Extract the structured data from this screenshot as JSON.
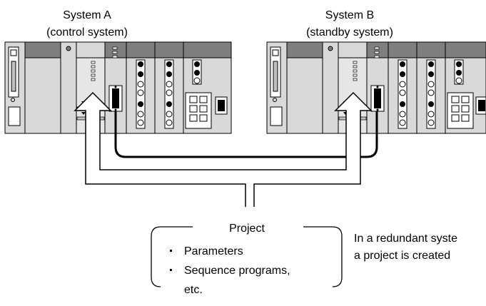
{
  "system_a": {
    "name": "System A",
    "role": "(control system)"
  },
  "system_b": {
    "name": "System B",
    "role": "(standby system)"
  },
  "project_box": {
    "title": "Project",
    "bullets": [
      "Parameters",
      "Sequence programs,"
    ],
    "continuation": "etc."
  },
  "side_note": {
    "line1": "In a redundant syste",
    "line2": "a project is created"
  },
  "colors": {
    "module_face": "#d9d9d9",
    "module_dark": "#b3b3b3",
    "module_top": "#7f7f7f",
    "line": "#000000"
  }
}
